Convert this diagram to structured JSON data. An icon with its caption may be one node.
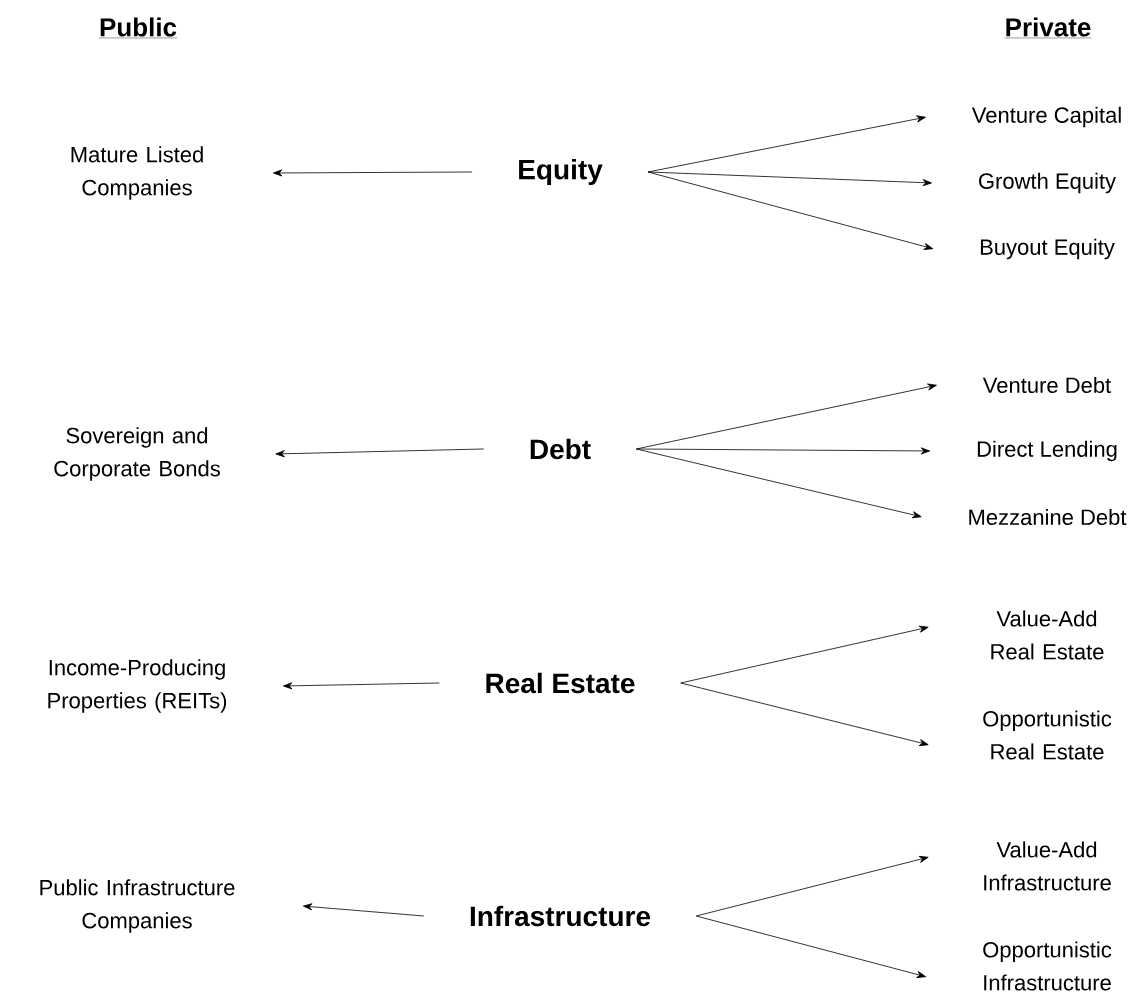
{
  "diagram": {
    "nodes": [
      {
        "text": [
          "Mature Listed Companies"
        ]
      },
      {
        "text": [
          "Equity"
        ]
      },
      {
        "text": [
          "Venture Capital"
        ]
      },
      {
        "text": [
          "Growth Equity"
        ]
      },
      {
        "text": [
          "Buyout Equity"
        ]
      },
      {
        "text": [
          "Sovereign and Corporate Bonds"
        ]
      },
      {
        "text": [
          "Debt"
        ]
      },
      {
        "text": [
          "Venture Debt"
        ]
      },
      {
        "text": [
          "Direct Lending"
        ]
      },
      {
        "text": [
          "Mezzanine Debt"
        ]
      },
      {
        "text": [
          "Income-Producing Properties (REITs)"
        ]
      },
      {
        "text": [
          "Real Estate"
        ]
      },
      {
        "text": [
          "Value-Add Real Estate"
        ]
      },
      {
        "text": [
          "Opportunistic Real Estate"
        ]
      },
      {
        "text": [
          "Public Infrastructure Companies"
        ]
      },
      {
        "text": [
          "Infrastructure"
        ]
      },
      {
        "text": [
          "Value-Add Infrastructure"
        ]
      },
      {
        "text": [
          "Opportunistic Infrastructure"
        ]
      }
    ],
    "edges": [
      {
        "from": 1,
        "to": 0,
        "arrow": "to"
      },
      {
        "from": 1,
        "to": 2,
        "arrow": "to"
      },
      {
        "from": 1,
        "to": 3,
        "arrow": "to"
      },
      {
        "from": 1,
        "to": 4,
        "arrow": "to"
      },
      {
        "from": 6,
        "to": 5,
        "arrow": "to"
      },
      {
        "from": 6,
        "to": 7,
        "arrow": "to"
      },
      {
        "from": 6,
        "to": 8,
        "arrow": "to"
      },
      {
        "from": 6,
        "to": 9,
        "arrow": "to"
      },
      {
        "from": 11,
        "to": 10,
        "arrow": "to"
      },
      {
        "from": 11,
        "to": 12,
        "arrow": "to"
      },
      {
        "from": 11,
        "to": 13,
        "arrow": "to"
      },
      {
        "from": 15,
        "to": 14,
        "arrow": "to"
      },
      {
        "from": 15,
        "to": 16,
        "arrow": "to"
      },
      {
        "from": 15,
        "to": 17,
        "arrow": "to"
      }
    ],
    "labels": [
      "Public",
      "Private"
    ]
  }
}
